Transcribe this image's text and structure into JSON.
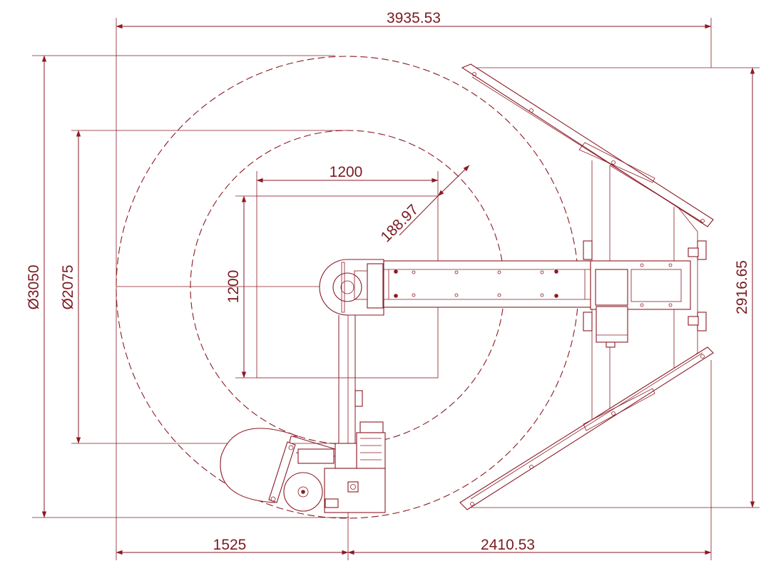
{
  "dimensions": {
    "overall_width": "3935.53",
    "overall_height": "2916.65",
    "outer_diameter": "Ø3050",
    "inner_diameter": "Ø2075",
    "pallet_width": "1200",
    "pallet_length": "1200",
    "clearance": "188.97",
    "left_offset": "1525",
    "right_offset": "2410.53"
  },
  "colors": {
    "line": "#8b1a24",
    "text": "#7a1a22",
    "background": "#ffffff"
  }
}
